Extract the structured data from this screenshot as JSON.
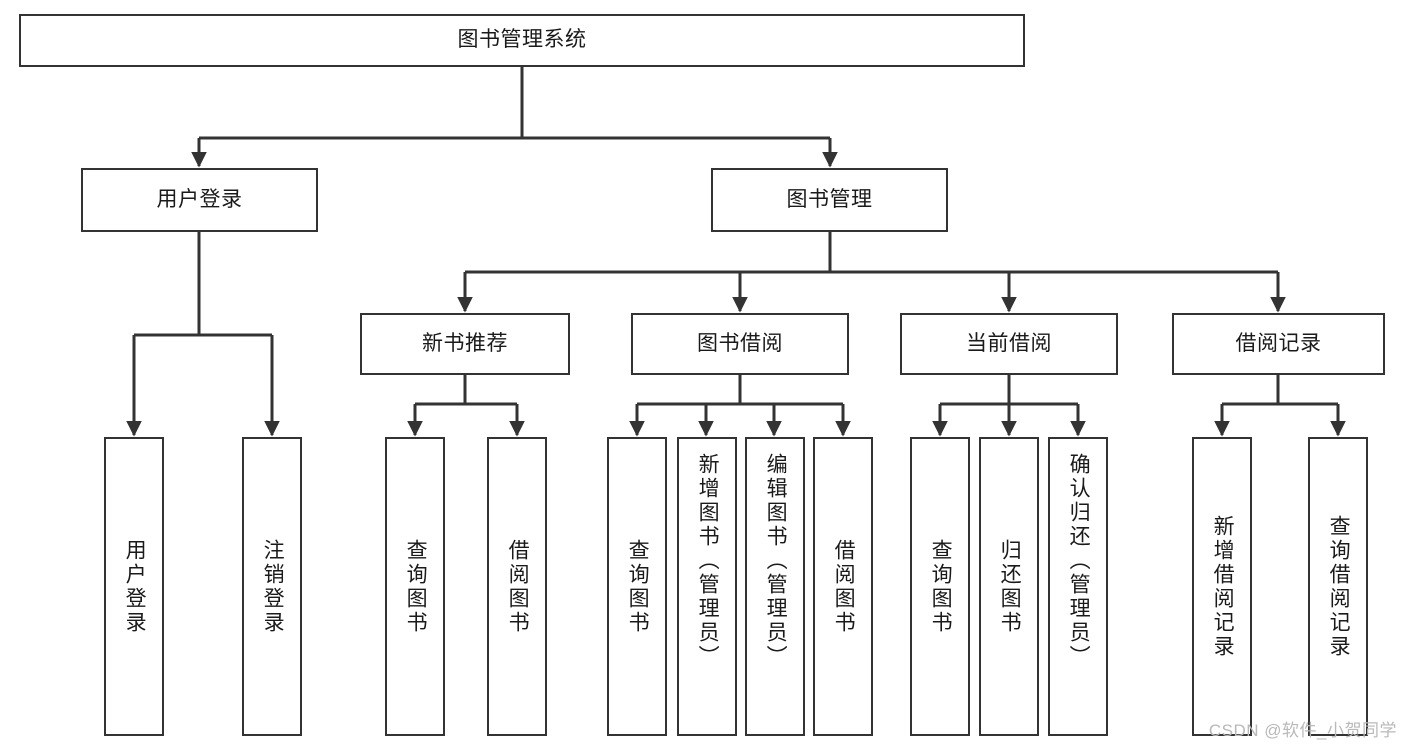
{
  "diagram": {
    "title": "图书管理系统",
    "type": "tree-hierarchy-diagram",
    "colors": {
      "box_border": "#333333",
      "box_fill": "#ffffff",
      "connector": "#333333",
      "text": "#1a1a1a",
      "watermark": "#b9b9b9"
    }
  },
  "root": {
    "label": "图书管理系统"
  },
  "level2": [
    {
      "label": "用户登录"
    },
    {
      "label": "图书管理"
    }
  ],
  "level3": [
    {
      "label": "新书推荐"
    },
    {
      "label": "图书借阅"
    },
    {
      "label": "当前借阅"
    },
    {
      "label": "借阅记录"
    }
  ],
  "leaves": {
    "user_login": [
      {
        "label": "用户登录"
      },
      {
        "label": "注销登录"
      }
    ],
    "new_book_recommend": [
      {
        "label": "查询图书"
      },
      {
        "label": "借阅图书"
      }
    ],
    "book_borrow": [
      {
        "label": "查询图书"
      },
      {
        "label": "新增图书（管理员）"
      },
      {
        "label": "编辑图书（管理员）"
      },
      {
        "label": "借阅图书"
      }
    ],
    "current_borrow": [
      {
        "label": "查询图书"
      },
      {
        "label": "归还图书"
      },
      {
        "label": "确认归还（管理员）"
      }
    ],
    "borrow_record": [
      {
        "label": "新增借阅记录"
      },
      {
        "label": "查询借阅记录"
      }
    ]
  },
  "watermark": {
    "text": "CSDN @软件_小贺同学"
  }
}
